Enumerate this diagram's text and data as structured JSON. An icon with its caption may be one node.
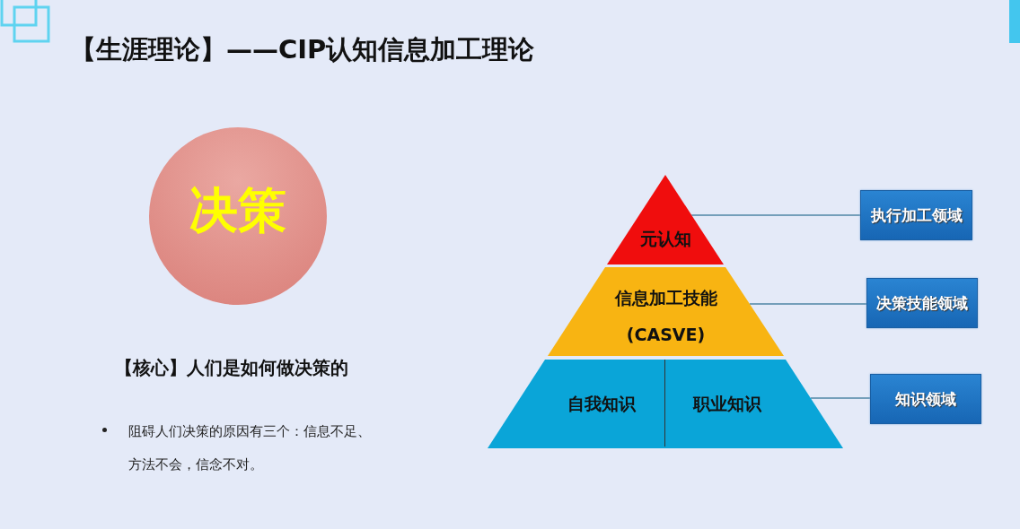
{
  "diagram": {
    "title": "【生涯理论】——CIP认知信息加工理论",
    "nodes": [
      {
        "text": [
          "决策"
        ]
      },
      {
        "text": [
          "元认知"
        ]
      },
      {
        "text": [
          "信息加工技能 (CASVE)"
        ]
      },
      {
        "text": [
          "自我知识"
        ]
      },
      {
        "text": [
          "职业知识"
        ]
      },
      {
        "text": [
          "执行加工领域"
        ]
      },
      {
        "text": [
          "决策技能领域"
        ]
      },
      {
        "text": [
          "知识领域"
        ]
      }
    ],
    "edges": [
      {
        "from": 1,
        "to": 5,
        "arrow": "none"
      },
      {
        "from": 2,
        "to": 6,
        "arrow": "none"
      },
      {
        "from": 4,
        "to": 7,
        "arrow": "none"
      }
    ],
    "labels": [
      "【核心】人们是如何做决策的",
      "阻碍人们决策的原因有三个：信息不足、方法不会，信念不对。"
    ]
  }
}
